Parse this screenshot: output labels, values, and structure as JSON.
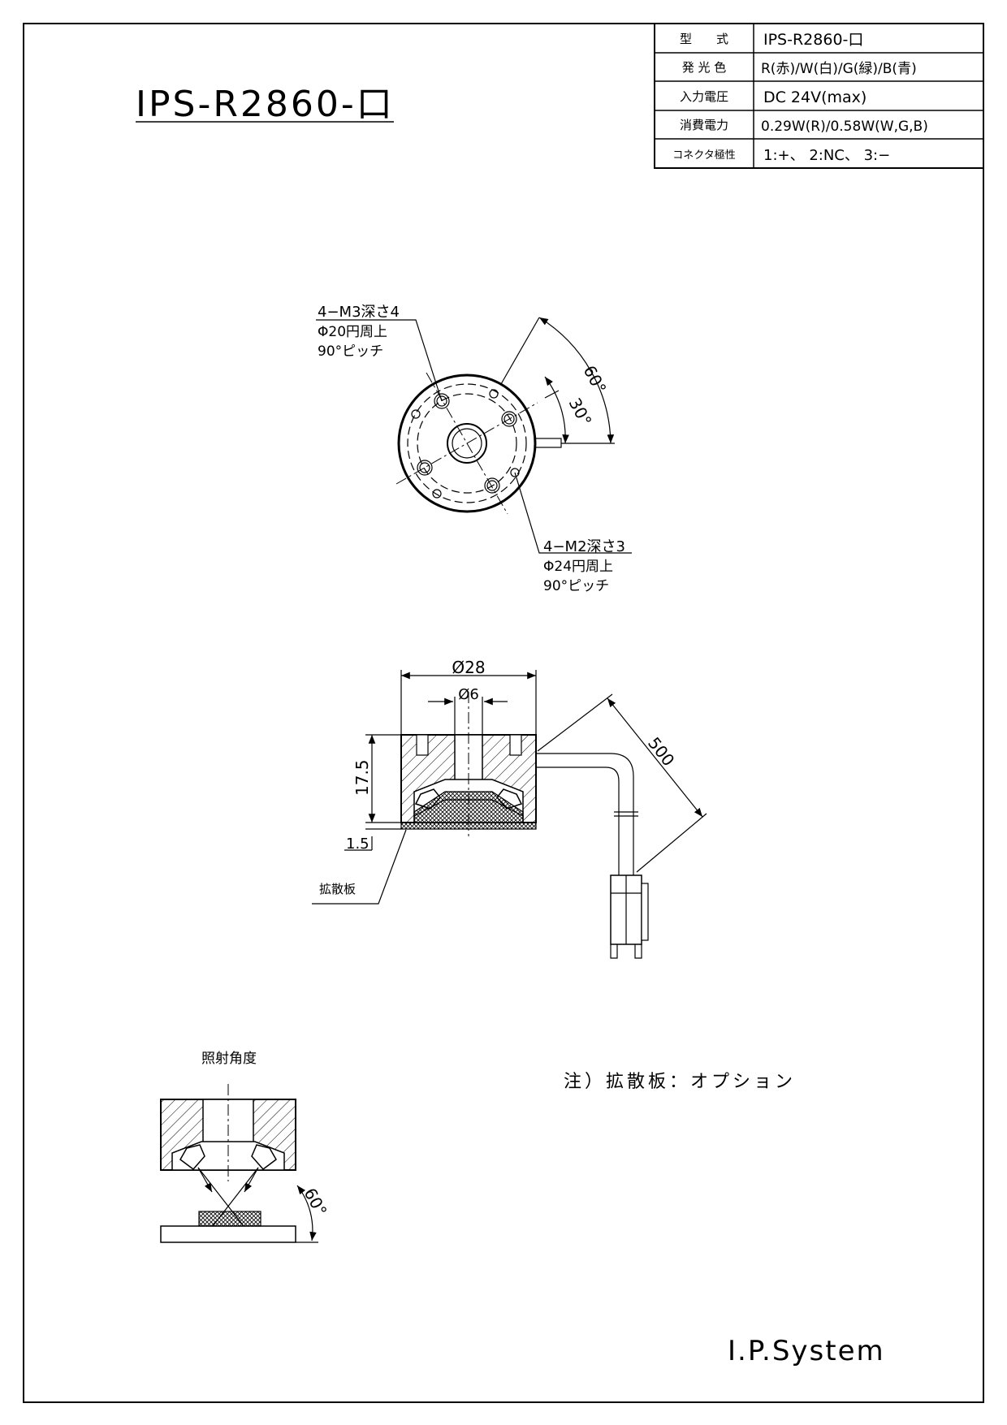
{
  "title": "IPS-R2860-口",
  "spec_table": [
    {
      "label": "型　　式",
      "value": "IPS-R2860-口"
    },
    {
      "label": "発 光 色",
      "value": "R(赤)/W(白)/G(緑)/B(青)"
    },
    {
      "label": "入力電圧",
      "value": "DC 24V(max)"
    },
    {
      "label": "消費電力",
      "value": "0.29W(R)/0.58W(W,G,B)"
    },
    {
      "label": "コネクタ極性",
      "value": "1:+、 2:NC、 3:−"
    }
  ],
  "top_view": {
    "callout_m3": [
      "4−M3深さ4",
      "Φ20円周上",
      "90°ピッチ"
    ],
    "callout_m2": [
      "4−M2深さ3",
      "Φ24円周上",
      "90°ピッチ"
    ],
    "angle_60": "60°",
    "angle_30": "30°"
  },
  "side_view": {
    "dim_outer": "Ø28",
    "dim_inner": "Ø6",
    "dim_height": "17.5",
    "dim_plate": "1.5",
    "dim_cable": "500",
    "diffuser_label": "拡散板"
  },
  "beam_view": {
    "heading": "照射角度",
    "angle": "60°"
  },
  "note": "注）拡散板：オプション",
  "company": "I.P.System"
}
